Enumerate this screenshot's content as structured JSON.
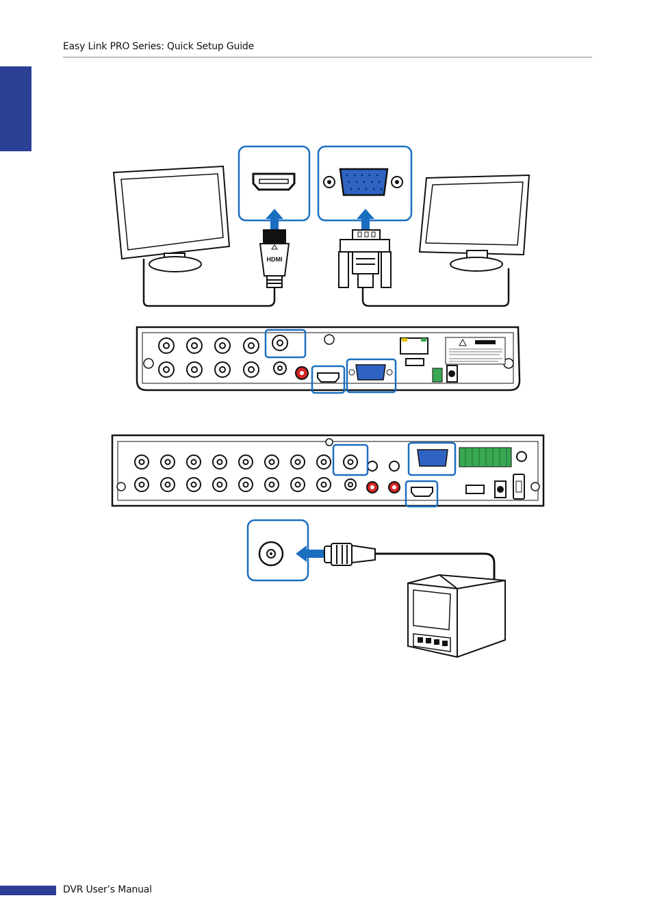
{
  "header": {
    "title": "Easy Link PRO Series: Quick Setup Guide"
  },
  "footer": {
    "label": "DVR User’s Manual"
  },
  "connector_labels": {
    "hdmi_plug": "HDMI"
  },
  "colors": {
    "accent_blue": "#1a6fc0",
    "tab_blue": "#2b3f94",
    "vga_port_blue": "#2f63c2",
    "audio_red": "#d32525",
    "alarm_green": "#38a853"
  }
}
